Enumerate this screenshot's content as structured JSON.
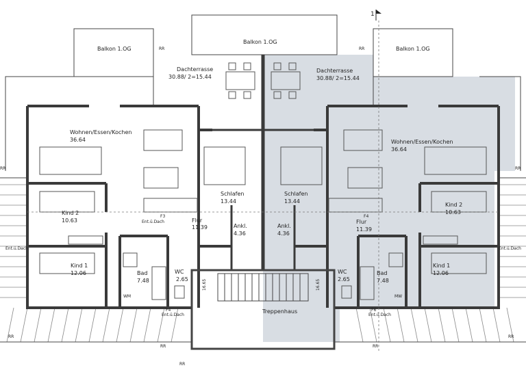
{
  "colors": {
    "wall": "#3a3a3a",
    "line": "#444444",
    "shade": "#d8dde3",
    "bg": "#ffffff"
  },
  "section_marker": "1",
  "balconies": {
    "left": "Balkon 1.OG",
    "center": "Balkon 1.OG",
    "right": "Balkon 1.OG"
  },
  "terrace": {
    "left": {
      "name": "Dachterrasse",
      "area": "30.88/ 2=15.44"
    },
    "right": {
      "name": "Dachterrasse",
      "area": "30.88/ 2=15.44"
    }
  },
  "rooms_left": {
    "living": {
      "name": "Wohnen/Essen/Kochen",
      "area": "36.64"
    },
    "kind2": {
      "name": "Kind 2",
      "area": "10.63"
    },
    "kind1": {
      "name": "Kind 1",
      "area": "12.06"
    },
    "bad": {
      "name": "Bad",
      "area": "7.48"
    },
    "wc": {
      "name": "WC",
      "area": "2.65"
    },
    "flur": {
      "name": "Flur",
      "area": "11.39"
    },
    "ankl": {
      "name": "Ankl.",
      "area": "4.36"
    },
    "schlafen": {
      "name": "Schlafen",
      "area": "13.44"
    }
  },
  "rooms_right": {
    "living": {
      "name": "Wohnen/Essen/Kochen",
      "area": "36.64"
    },
    "kind2": {
      "name": "Kind 2",
      "area": "10.63"
    },
    "kind1": {
      "name": "Kind 1",
      "area": "12.06"
    },
    "bad": {
      "name": "Bad",
      "area": "7.48"
    },
    "wc": {
      "name": "WC",
      "area": "2.65"
    },
    "flur": {
      "name": "Flur",
      "area": "11.39"
    },
    "ankl": {
      "name": "Ankl.",
      "area": "4.36"
    },
    "schlafen": {
      "name": "Schlafen",
      "area": "13.44"
    }
  },
  "stair": {
    "name": "Treppenhaus",
    "dim_left": "16.65",
    "dim_right": "16.65"
  },
  "windows": {
    "f3": "F3",
    "f4": "F4",
    "f6": "F6",
    "f4r": "F4",
    "ent": "Ent.ü.Dach"
  },
  "labels": {
    "rr": "RR",
    "wm": "WM",
    "mw": "MW"
  }
}
